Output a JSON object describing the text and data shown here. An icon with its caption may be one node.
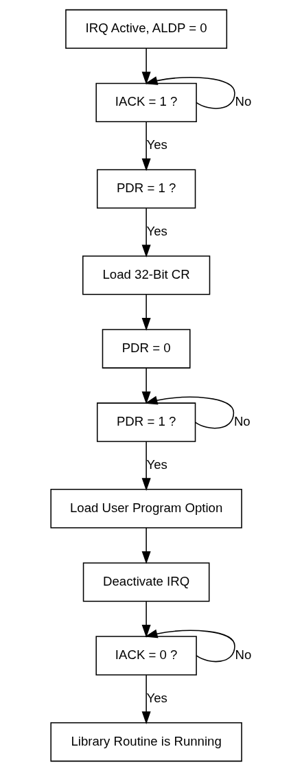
{
  "diagram": {
    "nodes": [
      {
        "text": [
          "IRQ Active, ALDP = 0"
        ]
      },
      {
        "text": [
          "IACK = 1 ?"
        ]
      },
      {
        "text": [
          "PDR = 1 ?"
        ]
      },
      {
        "text": [
          "Load 32-Bit CR"
        ]
      },
      {
        "text": [
          "PDR = 0"
        ]
      },
      {
        "text": [
          "PDR = 1 ?"
        ]
      },
      {
        "text": [
          "Load User Program Option"
        ]
      },
      {
        "text": [
          "Deactivate IRQ"
        ]
      },
      {
        "text": [
          "IACK = 0 ?"
        ]
      },
      {
        "text": [
          "Library Routine is Running"
        ]
      }
    ],
    "edges": [
      {
        "from": 0,
        "to": 1,
        "arrow": "to"
      },
      {
        "from": 1,
        "to": 1,
        "arrow": "to",
        "label": "No"
      },
      {
        "from": 1,
        "to": 2,
        "arrow": "to",
        "label": "Yes"
      },
      {
        "from": 2,
        "to": 3,
        "arrow": "to",
        "label": "Yes"
      },
      {
        "from": 3,
        "to": 4,
        "arrow": "to"
      },
      {
        "from": 4,
        "to": 5,
        "arrow": "to"
      },
      {
        "from": 5,
        "to": 5,
        "arrow": "to",
        "label": "No"
      },
      {
        "from": 5,
        "to": 6,
        "arrow": "to",
        "label": "Yes"
      },
      {
        "from": 6,
        "to": 7,
        "arrow": "to"
      },
      {
        "from": 7,
        "to": 8,
        "arrow": "to"
      },
      {
        "from": 8,
        "to": 8,
        "arrow": "to",
        "label": "No"
      },
      {
        "from": 8,
        "to": 9,
        "arrow": "to",
        "label": "Yes"
      }
    ]
  }
}
